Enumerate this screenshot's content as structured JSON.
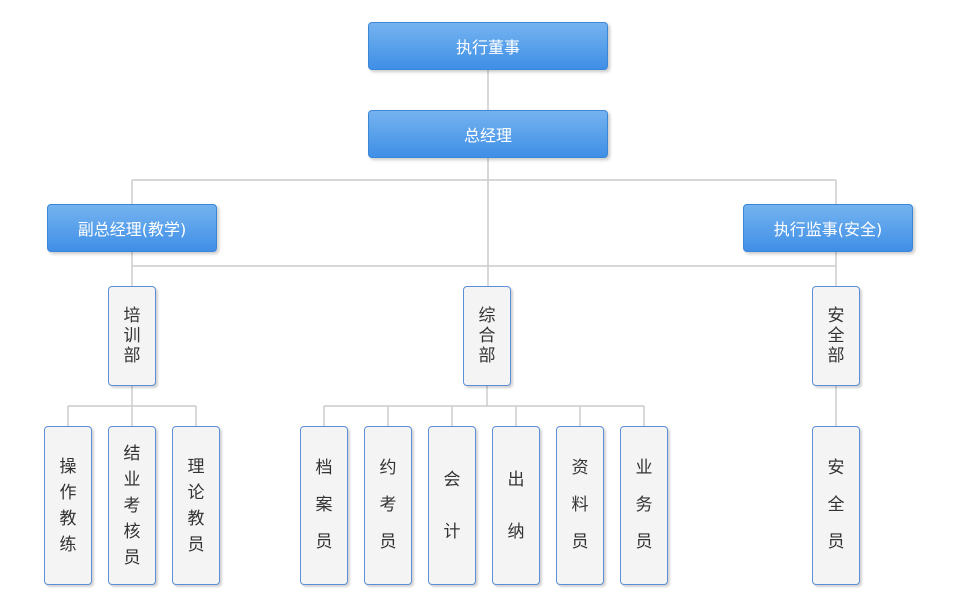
{
  "chart": {
    "executive_director": "执行董事",
    "general_manager": "总经理",
    "deputy_gm": "副总经理(教学)",
    "executive_supervisor": "执行监事(安全)",
    "departments": {
      "training": [
        "培",
        "训",
        "部"
      ],
      "comprehensive": [
        "综",
        "合",
        "部"
      ],
      "safety": [
        "安",
        "全",
        "部"
      ]
    },
    "positions": {
      "operation_coach": [
        "操",
        "作",
        "教",
        "练"
      ],
      "graduation_examiner": [
        "结",
        "业",
        "考",
        "核",
        "员"
      ],
      "theory_instructor": [
        "理",
        "论",
        "教",
        "员"
      ],
      "archivist": [
        "档",
        "案",
        "员"
      ],
      "exam_scheduler": [
        "约",
        "考",
        "员"
      ],
      "accountant": [
        "会",
        "计"
      ],
      "cashier": [
        "出",
        "纳"
      ],
      "data_clerk": [
        "资",
        "料",
        "员"
      ],
      "business_clerk": [
        "业",
        "务",
        "员"
      ],
      "safety_officer": [
        "安",
        "全",
        "员"
      ]
    }
  },
  "colors": {
    "box_blue_top": "#75b3f0",
    "box_blue_bottom": "#3f8fe6",
    "box_grey": "#f4f4f4",
    "box_border": "#5b8fd8",
    "connector": "#cccccc"
  }
}
